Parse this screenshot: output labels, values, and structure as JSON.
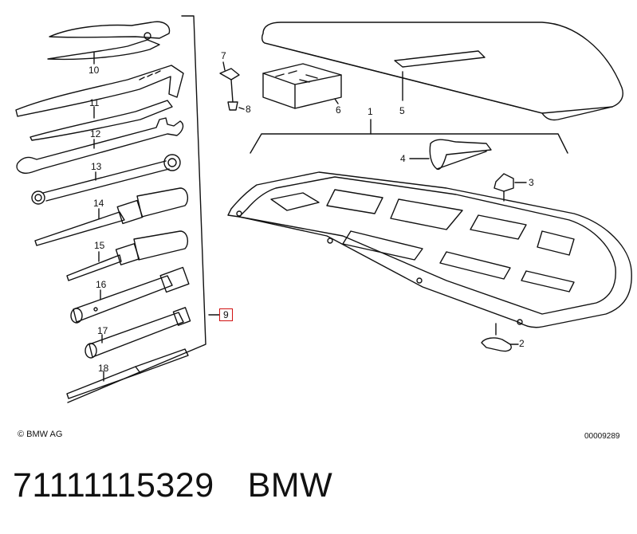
{
  "diagram": {
    "callouts": {
      "c1": "1",
      "c2": "2",
      "c3": "3",
      "c4": "4",
      "c5": "5",
      "c6": "6",
      "c7": "7",
      "c8": "8",
      "c9": "9",
      "c10": "10",
      "c11": "11",
      "c12": "12",
      "c13": "13",
      "c14": "14",
      "c15": "15",
      "c16": "16",
      "c17": "17",
      "c18": "18"
    },
    "highlight_color": "#d11111",
    "copyright": "© BMW AG",
    "document_number": "00009289"
  },
  "part": {
    "number": "71111115329",
    "brand": "BMW"
  }
}
